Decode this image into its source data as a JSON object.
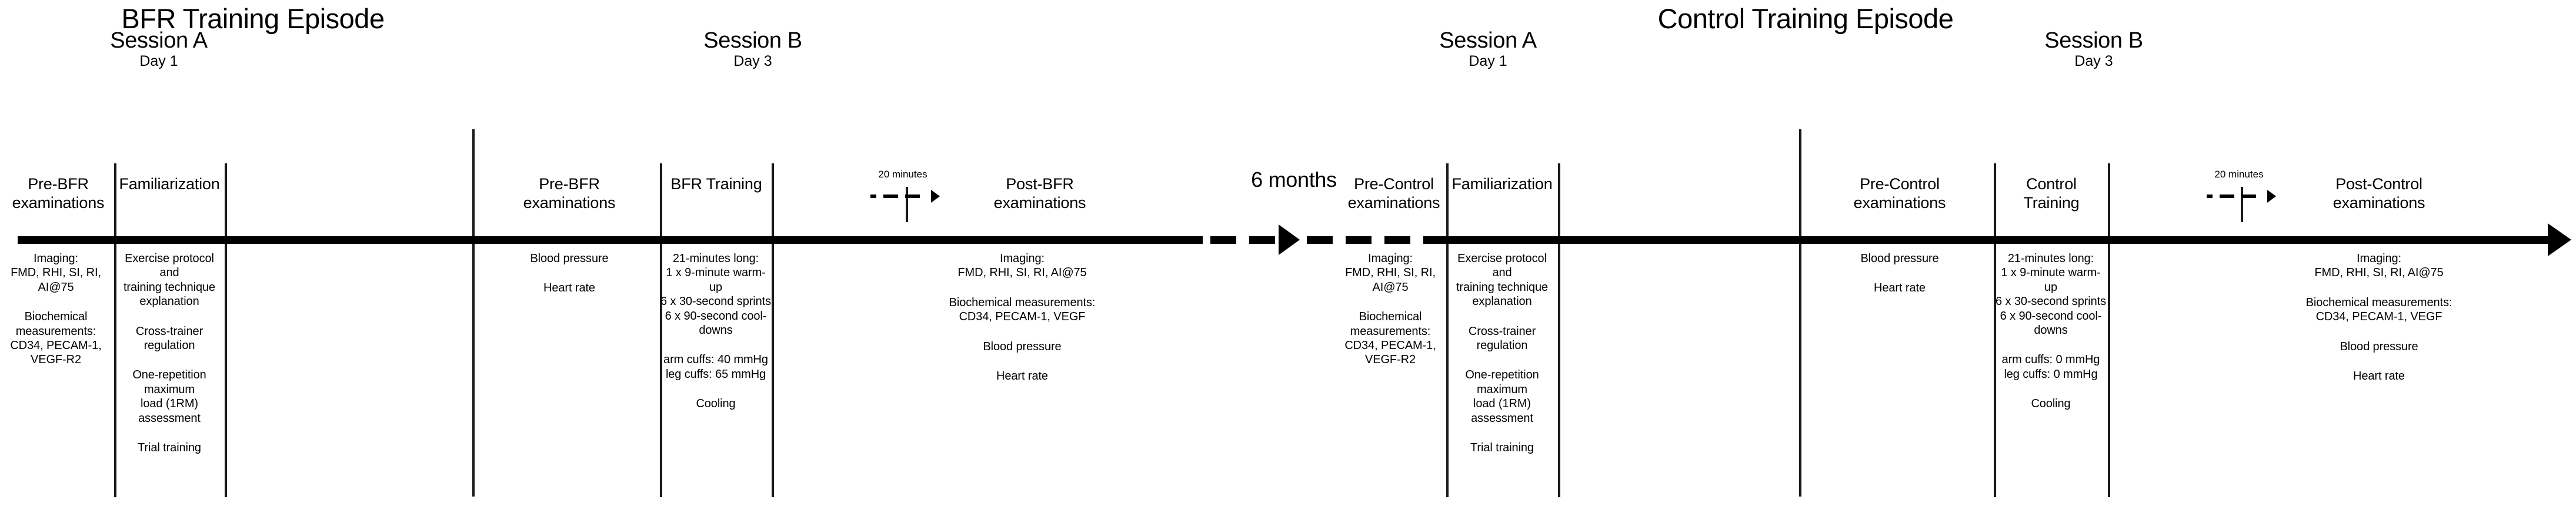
{
  "figure": {
    "type": "study-protocol-timeline",
    "episodes": [
      {
        "id": "bfr",
        "title": "BFR Training Episode",
        "sessions": [
          {
            "id": "bfr-session-a",
            "title": "Session A",
            "day": "Day 1",
            "columns": [
              {
                "id": "pre-bfr-examinations-a",
                "header": "Pre-BFR\nexaminations",
                "header_line1": "Pre-BFR",
                "header_line2": "examinations",
                "blocks": [
                  "Imaging:\nFMD, RHI, SI, RI, AI@75",
                  "Biochemical measurements:\nCD34, PECAM-1, VEGF-R2"
                ]
              },
              {
                "id": "familiarization",
                "header": "Familiarization",
                "header_line1": "Familiarization",
                "header_line2": "",
                "blocks": [
                  "Exercise protocol and\ntraining technique\nexplanation",
                  "Cross-trainer regulation",
                  "One-repetition maximum\nload (1RM) assessment",
                  "Trial training"
                ]
              }
            ]
          },
          {
            "id": "bfr-session-b",
            "title": "Session B",
            "day": "Day 3",
            "columns": [
              {
                "id": "pre-bfr-examinations-b",
                "header": "Pre-BFR\nexaminations",
                "header_line1": "Pre-BFR",
                "header_line2": "examinations",
                "blocks": [
                  "Blood pressure",
                  "Heart rate"
                ]
              },
              {
                "id": "bfr-training",
                "header": "BFR Training",
                "header_line1": "BFR Training",
                "header_line2": "",
                "blocks": [
                  "21-minutes long:\n1 x 9-minute warm-up\n6 x 30-second sprints\n6 x 90-second cool-downs",
                  "arm cuffs: 40 mmHg\nleg cuffs: 65 mmHg",
                  "Cooling"
                ]
              },
              {
                "id": "post-bfr-examinations",
                "header": "Post-BFR\nexaminations",
                "header_line1": "Post-BFR",
                "header_line2": "examinations",
                "blocks": [
                  "Imaging:\nFMD, RHI, SI, RI, AI@75",
                  "Biochemical measurements:\nCD34, PECAM-1, VEGF",
                  "Blood pressure",
                  "Heart rate"
                ]
              }
            ]
          }
        ],
        "interval_label": "20 minutes"
      },
      {
        "id": "control",
        "title": "Control Training Episode",
        "sessions": [
          {
            "id": "control-session-a",
            "title": "Session A",
            "day": "Day 1",
            "columns": [
              {
                "id": "pre-control-examinations-a",
                "header": "Pre-Control\nexaminations",
                "header_line1": "Pre-Control",
                "header_line2": "examinations",
                "blocks": [
                  "Imaging:\nFMD, RHI, SI, RI, AI@75",
                  "Biochemical measurements:\nCD34, PECAM-1, VEGF-R2"
                ]
              },
              {
                "id": "familiarization-control",
                "header": "Familiarization",
                "header_line1": "Familiarization",
                "header_line2": "",
                "blocks": [
                  "Exercise protocol and\ntraining technique\nexplanation",
                  "Cross-trainer regulation",
                  "One-repetition maximum\nload (1RM) assessment",
                  "Trial training"
                ]
              }
            ]
          },
          {
            "id": "control-session-b",
            "title": "Session B",
            "day": "Day 3",
            "columns": [
              {
                "id": "pre-control-examinations-b",
                "header": "Pre-Control\nexaminations",
                "header_line1": "Pre-Control",
                "header_line2": "examinations",
                "blocks": [
                  "Blood pressure",
                  "Heart rate"
                ]
              },
              {
                "id": "control-training",
                "header": "Control\nTraining",
                "header_line1": "Control",
                "header_line2": "Training",
                "blocks": [
                  "21-minutes long:\n1 x 9-minute warm-up\n6 x 30-second sprints\n6 x 90-second cool-downs",
                  "arm cuffs: 0 mmHg\nleg cuffs: 0 mmHg",
                  "Cooling"
                ]
              },
              {
                "id": "post-control-examinations",
                "header": "Post-Control\nexaminations",
                "header_line1": "Post-Control",
                "header_line2": "examinations",
                "blocks": [
                  "Imaging:\nFMD, RHI, SI, RI, AI@75",
                  "Biochemical measurements:\nCD34, PECAM-1, VEGF",
                  "Blood pressure",
                  "Heart rate"
                ]
              }
            ]
          }
        ],
        "interval_label": "20 minutes"
      }
    ],
    "gap_label": "6 months",
    "colors": {
      "line": "#000000",
      "divider": "#1a1a1a",
      "text": "#000000",
      "background": "#ffffff"
    }
  },
  "headers": {
    "bfr_episode": "BFR Training Episode",
    "control_episode": "Control Training Episode"
  },
  "labels": {
    "session_a": "Session A",
    "session_b": "Session B",
    "day1": "Day 1",
    "day3": "Day 3",
    "gap": "6 months",
    "twenty_minutes": "20 minutes"
  },
  "cols": {
    "pre_bfr_a": {
      "h1": "Pre-BFR",
      "h2": "examinations",
      "b0": "Imaging:\nFMD, RHI, SI, RI, AI@75",
      "b1": "Biochemical measurements:\nCD34, PECAM-1, VEGF-R2"
    },
    "familiarization_bfr": {
      "h1": "Familiarization",
      "b0": "Exercise protocol and\ntraining technique\nexplanation",
      "b1": "Cross-trainer regulation",
      "b2": "One-repetition maximum\nload (1RM) assessment",
      "b3": "Trial training"
    },
    "pre_bfr_b": {
      "h1": "Pre-BFR",
      "h2": "examinations",
      "b0": "Blood pressure",
      "b1": "Heart rate"
    },
    "bfr_training": {
      "h1": "BFR Training",
      "b0": "21-minutes long:\n1 x 9-minute warm-up\n6 x 30-second sprints\n6 x 90-second cool-downs",
      "b1": "arm cuffs: 40 mmHg\nleg cuffs: 65 mmHg",
      "b2": "Cooling"
    },
    "post_bfr": {
      "h1": "Post-BFR",
      "h2": "examinations",
      "b0": "Imaging:\nFMD, RHI, SI, RI, AI@75",
      "b1": "Biochemical measurements:\nCD34, PECAM-1, VEGF",
      "b2": "Blood pressure",
      "b3": "Heart rate"
    },
    "pre_ctrl_a": {
      "h1": "Pre-Control",
      "h2": "examinations",
      "b0": "Imaging:\nFMD, RHI, SI, RI, AI@75",
      "b1": "Biochemical measurements:\nCD34, PECAM-1, VEGF-R2"
    },
    "familiarization_ctrl": {
      "h1": "Familiarization",
      "b0": "Exercise protocol and\ntraining technique\nexplanation",
      "b1": "Cross-trainer regulation",
      "b2": "One-repetition maximum\nload (1RM) assessment",
      "b3": "Trial training"
    },
    "pre_ctrl_b": {
      "h1": "Pre-Control",
      "h2": "examinations",
      "b0": "Blood pressure",
      "b1": "Heart rate"
    },
    "ctrl_training": {
      "h1": "Control",
      "h2": "Training",
      "b0": "21-minutes long:\n1 x 9-minute warm-up\n6 x 30-second sprints\n6 x 90-second cool-downs",
      "b1": "arm cuffs: 0 mmHg\nleg cuffs: 0 mmHg",
      "b2": "Cooling"
    },
    "post_ctrl": {
      "h1": "Post-Control",
      "h2": "examinations",
      "b0": "Imaging:\nFMD, RHI, SI, RI, AI@75",
      "b1": "Biochemical measurements:\nCD34, PECAM-1, VEGF",
      "b2": "Blood pressure",
      "b3": "Heart rate"
    }
  }
}
